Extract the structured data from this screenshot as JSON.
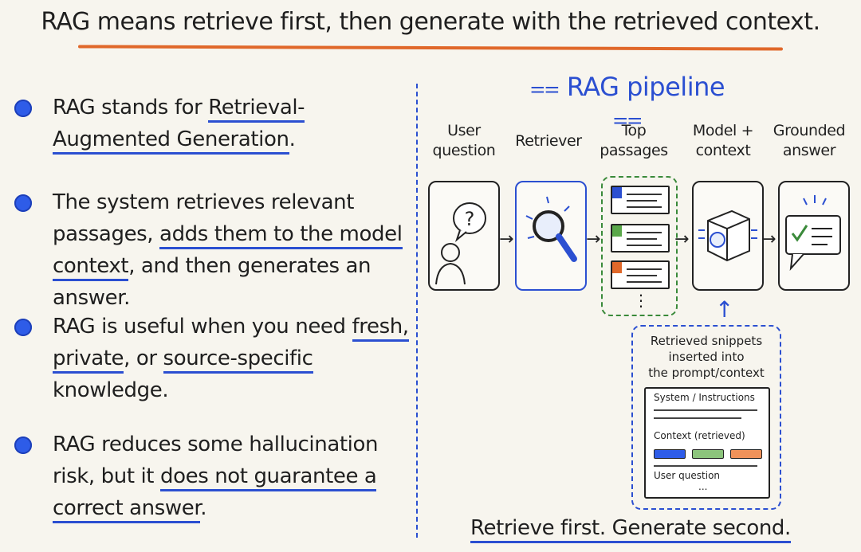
{
  "title": "RAG means retrieve first, then generate with the retrieved context.",
  "bullets": [
    {
      "pre": "RAG stands for ",
      "u1": "Retrieval-Augmented Generation",
      "post": "."
    },
    {
      "pre": "The system retrieves relevant passages, ",
      "u1": "adds them to the model context",
      "post": ", and then generates an answer."
    },
    {
      "pre": "RAG is useful when you need ",
      "u1": "fresh, private",
      "mid": ", or ",
      "u2": "source-specific",
      "post": " knowledge."
    },
    {
      "pre": "RAG reduces some hallucination risk, but it ",
      "u1": "does not guarantee a correct answer",
      "post": "."
    }
  ],
  "pipeline": {
    "title": "RAG pipeline",
    "steps": [
      {
        "line1": "User",
        "line2": "question"
      },
      {
        "line1": "Retriever",
        "line2": ""
      },
      {
        "line1": "Top",
        "line2": "passages"
      },
      {
        "line1": "Model +",
        "line2": "context"
      },
      {
        "line1": "Grounded",
        "line2": "answer"
      }
    ],
    "question_mark": "?",
    "ellipsis": "⋮",
    "snippets": {
      "line1": "Retrieved snippets",
      "line2": "inserted into",
      "line3": "the prompt/context",
      "prompt_system": "System / Instructions",
      "prompt_context": "Context (retrieved)",
      "prompt_user": "User question",
      "prompt_more": "..."
    }
  },
  "footer": "Retrieve first. Generate second.",
  "colors": {
    "accent_blue": "#2b4fd1",
    "accent_orange": "#e0682a",
    "accent_green": "#3a8a3a"
  }
}
